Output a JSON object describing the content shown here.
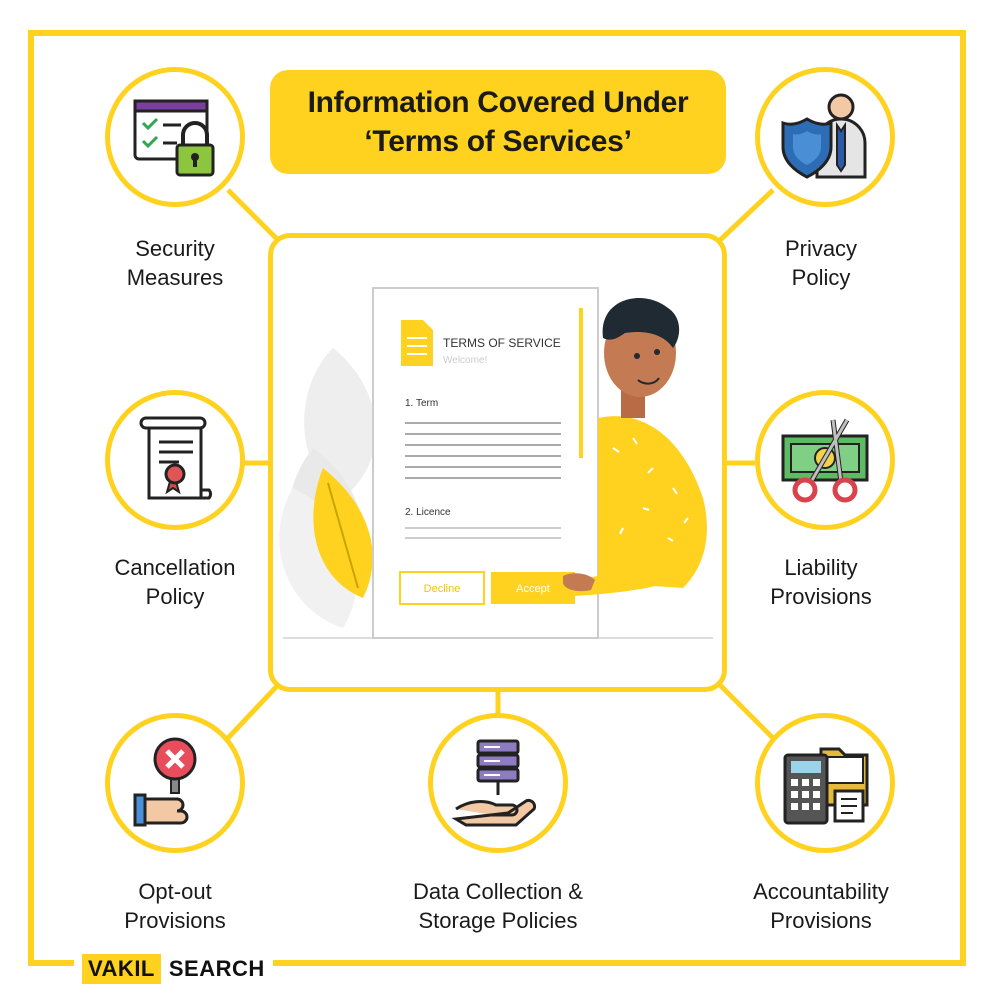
{
  "title": {
    "line1": "Information Covered Under",
    "line2": "‘Terms of Services’"
  },
  "items": {
    "security": {
      "line1": "Security",
      "line2": "Measures",
      "icon": "security-checklist-lock-icon"
    },
    "privacy": {
      "line1": "Privacy",
      "line2": "Policy",
      "icon": "shield-person-icon"
    },
    "cancellation": {
      "line1": "Cancellation",
      "line2": "Policy",
      "icon": "certificate-scroll-icon"
    },
    "liability": {
      "line1": "Liability",
      "line2": "Provisions",
      "icon": "money-scissors-icon"
    },
    "optout": {
      "line1": "Opt-out",
      "line2": "Provisions",
      "icon": "hand-cancel-sign-icon"
    },
    "data": {
      "line1": "Data Collection &",
      "line2": "Storage Policies",
      "icon": "hand-server-icon"
    },
    "accountability": {
      "line1": "Accountability",
      "line2": "Provisions",
      "icon": "calculator-folder-icon"
    }
  },
  "document": {
    "heading": "TERMS OF SERVICE",
    "subheading": "Welcome!",
    "section1": "1. Term",
    "section2": "2. Licence",
    "decline": "Decline",
    "accept": "Accept"
  },
  "brand": {
    "part1": "VAKIL",
    "part2": "SEARCH"
  },
  "colors": {
    "accent": "#FFD21F",
    "text": "#1a1a1a"
  }
}
